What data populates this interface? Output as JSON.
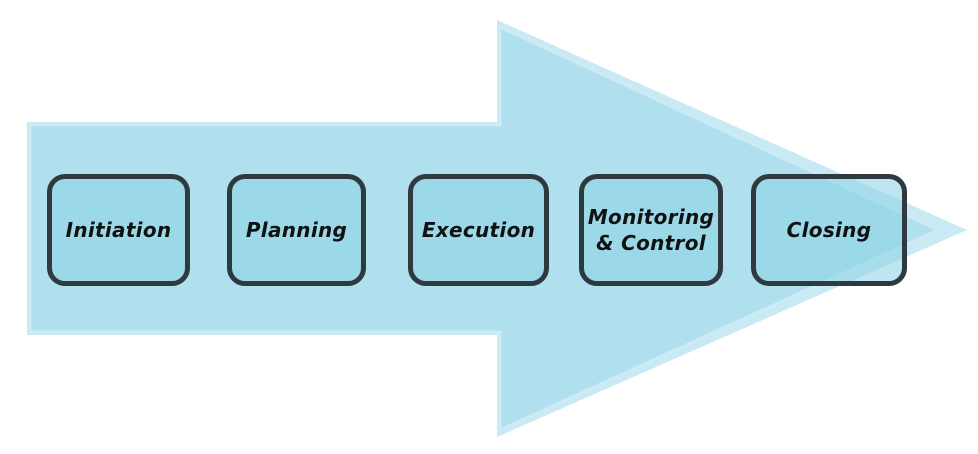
{
  "diagram": {
    "type": "process-flow-arrow",
    "direction": "right",
    "stages": [
      {
        "label": "Initiation",
        "lines": [
          "Initiation"
        ]
      },
      {
        "label": "Planning",
        "lines": [
          "Planning"
        ]
      },
      {
        "label": "Execution",
        "lines": [
          "Execution"
        ]
      },
      {
        "label": "Monitoring & Control",
        "lines": [
          "Monitoring",
          "& Control"
        ]
      },
      {
        "label": "Closing",
        "lines": [
          "Closing"
        ]
      }
    ],
    "colors": {
      "background": "#ffffff",
      "arrow_fill": "#b0e0ee",
      "arrow_edge_highlight": "#cdebf5",
      "arrow_back_fill": "#c9eaf4",
      "box_fill": "rgba(138,210,228,0.55)",
      "box_border": "#2e3a40",
      "text": "#111111"
    }
  }
}
